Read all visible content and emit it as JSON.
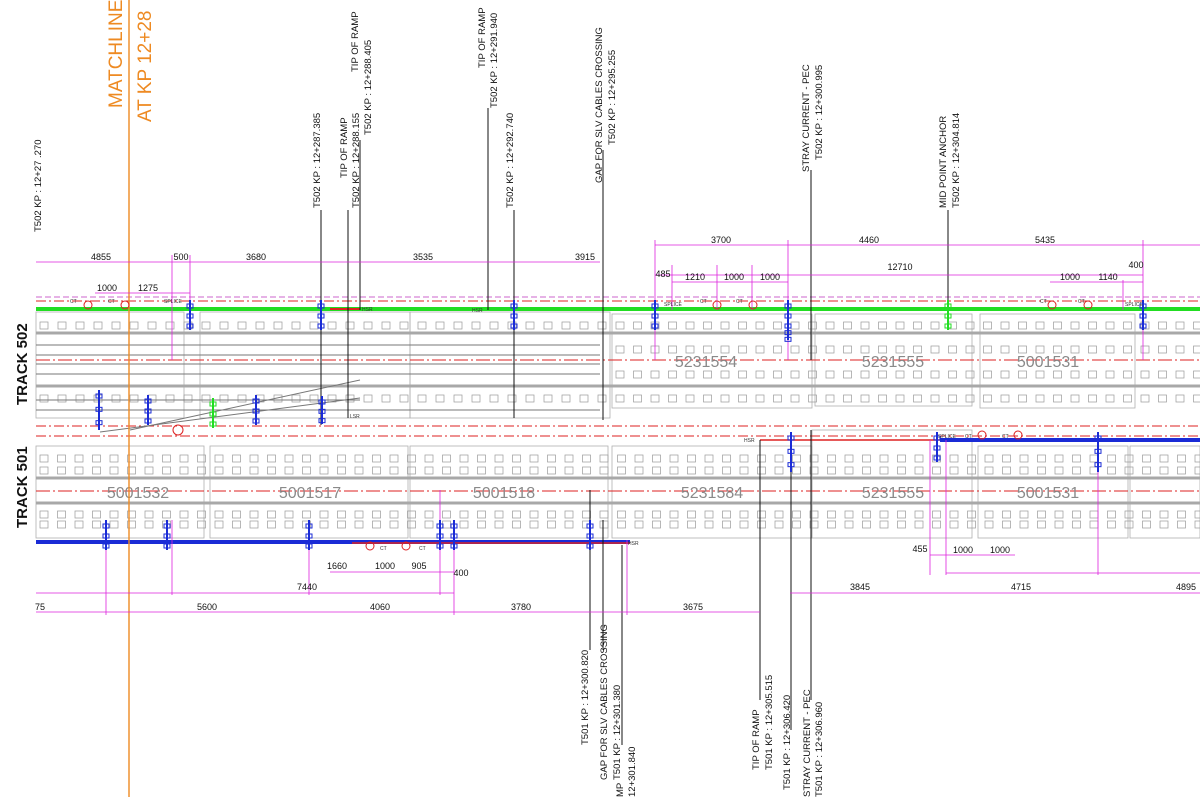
{
  "matchline": {
    "line1": "MATCHLINE",
    "line2": "AT KP 12+28",
    "color": "#ee8a22"
  },
  "colors": {
    "dimension": "#dd22dd",
    "track_502_rail": "#22dd22",
    "track_501_rail": "#1a2bd6",
    "centerline": "#dd2222",
    "sleeper": "#9a9a9a",
    "running_rail": "#a8a8a8"
  },
  "tracks": {
    "t502": {
      "label": "TRACK 502",
      "blocks": [
        "5231554",
        "5231555",
        "5001531"
      ]
    },
    "t501": {
      "label": "TRACK 501",
      "blocks": [
        "5001532",
        "5001517",
        "5001518",
        "5231584",
        "5231555",
        "5001531"
      ]
    }
  },
  "top_callouts": [
    {
      "lines": [
        "T502 KP : 12+27 .270"
      ]
    },
    {
      "lines": [
        "T502 KP : 12+287.385"
      ]
    },
    {
      "lines": [
        "TIP OF RAMP",
        "T502 KP : 12+288.155"
      ]
    },
    {
      "lines": [
        "TIP OF RAMP",
        "T502 KP : 12+288.405"
      ]
    },
    {
      "lines": [
        "TIP OF RAMP",
        "T502 KP : 12+291.940"
      ]
    },
    {
      "lines": [
        "T502 KP : 12+292.740"
      ]
    },
    {
      "lines": [
        "GAP FOR SLV CABLES CROSSING",
        "T502 KP : 12+295.255"
      ]
    },
    {
      "lines": [
        "STRAY CURRENT - PEC",
        "T502 KP : 12+300.995"
      ]
    },
    {
      "lines": [
        "MID POINT ANCHOR",
        "T502 KP : 12+304.814"
      ]
    }
  ],
  "bottom_callouts": [
    {
      "lines": [
        "T501 KP : 12+300.820"
      ]
    },
    {
      "lines": [
        "GAP FOR SLV CABLES CROSSING",
        "T501 KP : 12+301.380"
      ]
    },
    {
      "lines": [
        "MP",
        "12+301.840"
      ]
    },
    {
      "lines": [
        "TIP OF RAMP",
        "T501 KP : 12+305.515"
      ]
    },
    {
      "lines": [
        "T501 KP : 12+306.420"
      ]
    },
    {
      "lines": [
        "STRAY CURRENT - PEC",
        "T501 KP : 12+306.960"
      ]
    }
  ],
  "dimensions_top": {
    "row1": [
      "4855",
      "500",
      "3680",
      "3535",
      "3915",
      "3700",
      "4460",
      "5435"
    ],
    "row2": [
      "12710"
    ],
    "row3": [
      "1000",
      "1275",
      "485",
      "1210",
      "1000",
      "1000",
      "1000",
      "1140",
      "400"
    ]
  },
  "dimensions_bottom": {
    "row1": [
      "455",
      "1000",
      "1000",
      "1660",
      "1000",
      "905",
      "400"
    ],
    "row2": [
      "7440",
      "3845",
      "4715",
      "4895"
    ],
    "row3": [
      "75",
      "5600",
      "4060",
      "3780",
      "3675"
    ]
  },
  "equipment_tags": {
    "ct": "CT",
    "splice": "SPLICE",
    "hsr": "HSR",
    "lsr": "LSR"
  }
}
